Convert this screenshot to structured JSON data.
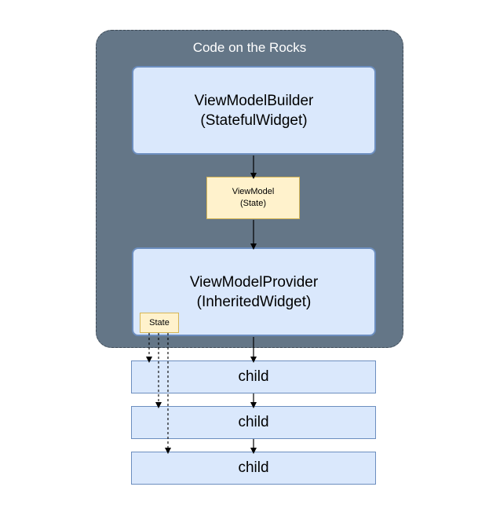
{
  "group": {
    "title": "Code on the Rocks"
  },
  "builder": {
    "line1": "ViewModelBuilder",
    "line2": "(StatefulWidget)"
  },
  "view_model": {
    "line1": "ViewModel",
    "line2": "(State)"
  },
  "provider": {
    "line1": "ViewModelProvider",
    "line2": "(InheritedWidget)"
  },
  "state_tag": {
    "label": "State"
  },
  "children": [
    {
      "label": "child"
    },
    {
      "label": "child"
    },
    {
      "label": "child"
    }
  ],
  "colors": {
    "group_fill": "#647687",
    "widget_fill": "#dae8fc",
    "widget_border": "#6c8ebf",
    "state_fill": "#fff2cc",
    "state_border": "#d6b656"
  }
}
